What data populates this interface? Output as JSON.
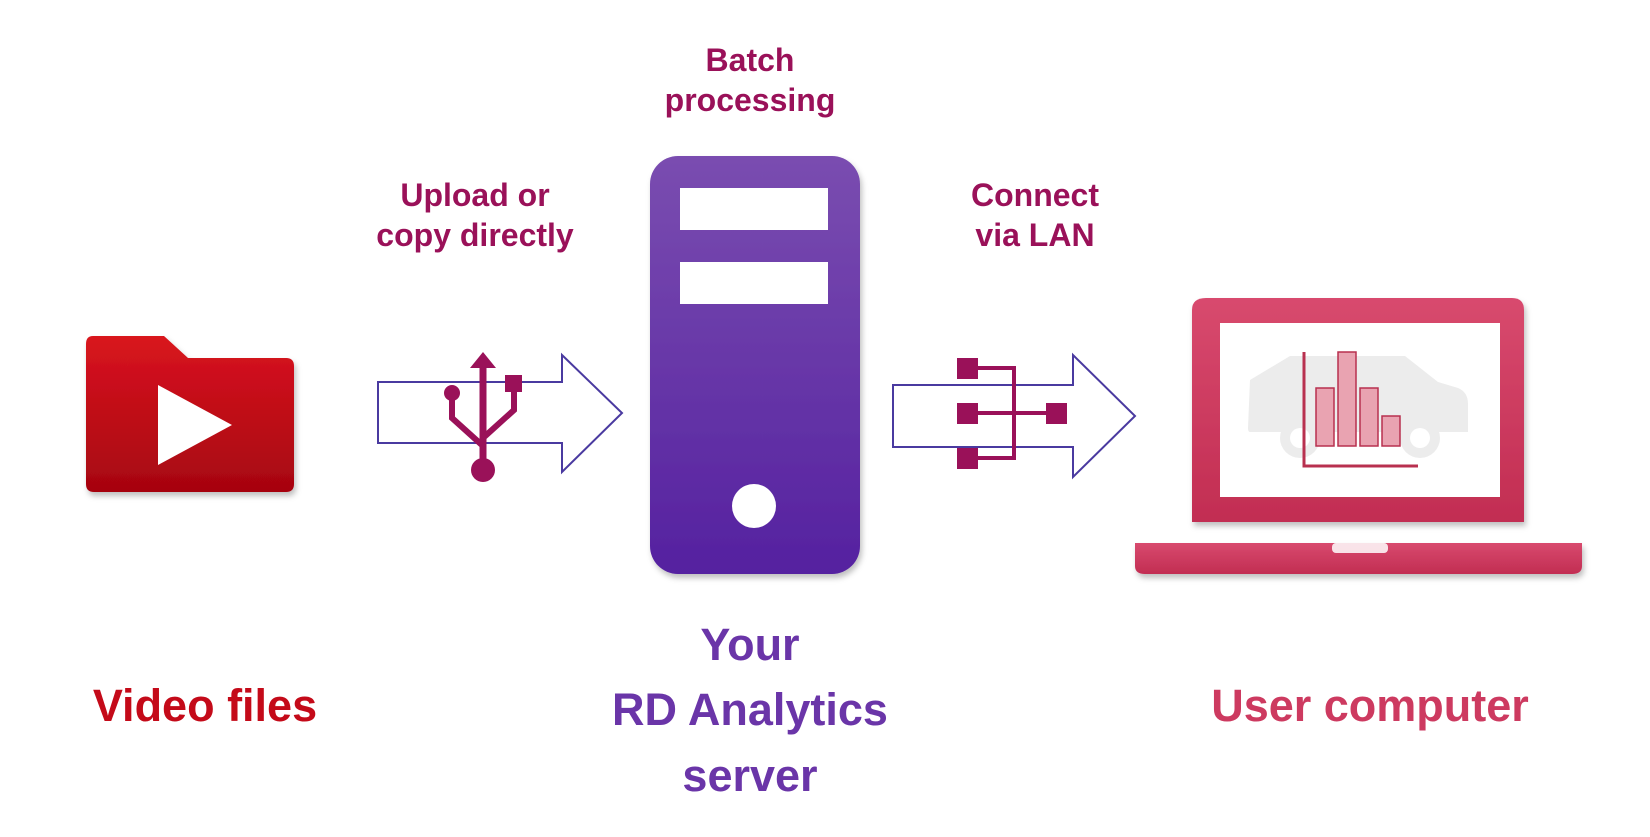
{
  "labels": {
    "batch_processing": [
      "Batch",
      "processing"
    ],
    "upload": [
      "Upload or",
      "copy directly"
    ],
    "connect": [
      "Connect",
      "via LAN"
    ],
    "video_files": "Video files",
    "server": [
      "Your",
      "RD Analytics",
      "server"
    ],
    "user_computer": "User computer"
  },
  "icons": {
    "video": "video-folder-icon",
    "usb": "usb-icon",
    "server": "server-tower-icon",
    "network": "network-icon",
    "laptop": "laptop-chart-icon"
  },
  "colors": {
    "video_red": "#c40a19",
    "server_purple": "#6a35a8",
    "laptop_pink": "#cd3a60",
    "label_magenta": "#9a1159",
    "arrow_outline": "#4a3aa0"
  }
}
